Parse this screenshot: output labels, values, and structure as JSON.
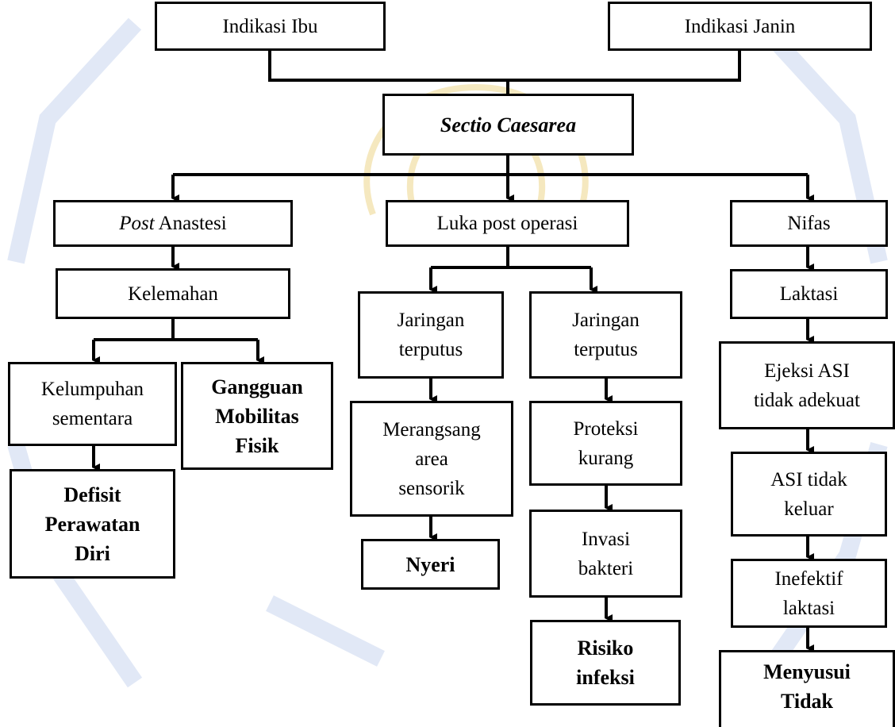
{
  "colors": {
    "line": "#000000",
    "box_fill": "#ffffff",
    "watermark": "#c9d6ef",
    "watermark_accent": "#f3e3b0"
  },
  "nodes": {
    "indikasi_ibu": {
      "lines": [
        "Indikasi Ibu"
      ]
    },
    "indikasi_janin": {
      "lines": [
        "Indikasi Janin"
      ]
    },
    "sectio": {
      "lines": [
        "Sectio Caesarea"
      ]
    },
    "post_anastesi": {
      "italic_part": "Post",
      "rest": " Anastesi"
    },
    "luka_post_operasi": {
      "lines": [
        "Luka post operasi"
      ]
    },
    "nifas": {
      "lines": [
        "Nifas"
      ]
    },
    "kelemahan": {
      "lines": [
        "Kelemahan"
      ]
    },
    "kelumpuhan": {
      "lines": [
        "Kelumpuhan",
        "sementara"
      ]
    },
    "gangguan_mobilitas": {
      "lines": [
        "Gangguan",
        "Mobilitas",
        "Fisik"
      ]
    },
    "defisit_perawatan": {
      "lines": [
        "Defisit",
        "Perawatan",
        "Diri"
      ]
    },
    "jaringan_1": {
      "lines": [
        "Jaringan",
        "terputus"
      ]
    },
    "jaringan_2": {
      "lines": [
        "Jaringan",
        "terputus"
      ]
    },
    "merangsang": {
      "lines": [
        "Merangsang",
        "area",
        "sensorik"
      ]
    },
    "nyeri": {
      "lines": [
        "Nyeri"
      ]
    },
    "proteksi": {
      "lines": [
        "Proteksi",
        "kurang"
      ]
    },
    "invasi": {
      "lines": [
        "Invasi",
        "bakteri"
      ]
    },
    "risiko": {
      "lines": [
        "Risiko",
        "infeksi"
      ]
    },
    "laktasi": {
      "lines": [
        "Laktasi"
      ]
    },
    "ejeksi": {
      "lines": [
        "Ejeksi ASI",
        "tidak adekuat"
      ]
    },
    "asi_tidak_keluar": {
      "lines": [
        "ASI tidak",
        "keluar"
      ]
    },
    "inefektif": {
      "lines": [
        "Inefektif",
        "laktasi"
      ]
    },
    "menyusui": {
      "lines": [
        "Menyusui",
        "Tidak"
      ]
    }
  }
}
